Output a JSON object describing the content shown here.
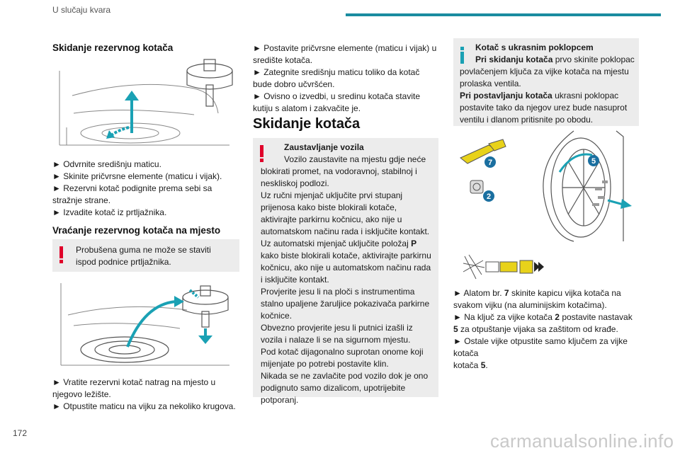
{
  "header": {
    "title": "U slučaju kvara"
  },
  "page_number": "172",
  "watermark": "carmanualsonline.info",
  "col1": {
    "h1": "Skidanje rezervnog kotača",
    "steps1": [
      "► Odvrnite središnju maticu.",
      "► Skinite pričvrsne elemente (maticu i vijak).",
      "► Rezervni kotač podignite prema sebi sa stražnje strane.",
      "► Izvadite kotač iz prtljažnika."
    ],
    "h2": "Vraćanje rezervnog kotača na mjesto",
    "warning": "Probušena guma ne može se staviti ispod podnice prtljažnika.",
    "steps2": [
      "► Vratite rezervni kotač natrag na mjesto u njegovo ležište.",
      "► Otpustite maticu na vijku za nekoliko krugova."
    ]
  },
  "col2": {
    "steps": [
      "► Postavite pričvrsne elemente (maticu i vijak) u središte kotača.",
      "► Zategnite središnju maticu toliko da kotač bude dobro učvršćen.",
      "► Ovisno o izvedbi, u sredinu kotača stavite kutiju s alatom i zakvačite je."
    ],
    "section_title": "Skidanje kotača",
    "warning_title": "Zaustavljanje vozila",
    "warning_lines": [
      "Vozilo zaustavite na mjestu gdje neće blokirati promet, na vodoravnoj, stabilnoj i neskliskoj podlozi.",
      "Uz ručni mjenjač uključite prvi stupanj prijenosa kako biste blokirali kotače, aktivirajte parkirnu kočnicu, ako nije u automatskom načinu rada i isključite kontakt.",
      "Uz automatski mjenjač uključite položaj",
      "P",
      "kako biste blokirali kotače, aktivirajte parkirnu kočnicu, ako nije u automatskom načinu rada i isključite kontakt.",
      "Provjerite jesu li na ploči s instrumentima stalno upaljene žaruljice pokazivača parkirne kočnice.",
      "Obvezno provjerite jesu li putnici izašli iz vozila i nalaze li se na sigurnom mjestu.",
      "Pod kotač dijagonalno suprotan onome koji mijenjate po potrebi postavite klin.",
      "Nikada se ne zavlačite pod vozilo dok je ono podignuto samo dizalicom, upotrijebite potporanj."
    ]
  },
  "col3": {
    "info_title": "Kotač s ukrasnim poklopcem",
    "info_p1_bold": "Pri skidanju kotača",
    "info_p1": "prvo skinite poklopac povlačenjem ključa za vijke kotača na mjestu prolaska ventila.",
    "info_p2_bold": "Pri postavljanju kotača",
    "info_p2": "ukrasni poklopac postavite tako da njegov urez bude nasuprot ventilu i dlanom pritisnite po obodu.",
    "callouts": [
      "7",
      "5",
      "2"
    ],
    "step1_a": "► Alatom br.",
    "step1_num": "7",
    "step1_b": "skinite kapicu vijka kotača na svakom vijku (na aluminijskim kotačima).",
    "step2_a": "► Na ključ za vijke kotača",
    "step2_num1": "2",
    "step2_b": "postavite nastavak",
    "step2_num2": "5",
    "step2_c": "za otpuštanje vijaka sa zaštitom od krađe.",
    "step3_a": "► Ostale vijke otpustite samo ključem za vijke kotača",
    "step3_num": "5",
    "step3_b": "."
  },
  "colors": {
    "accent": "#1a8ca0",
    "warning": "#e0002a",
    "info": "#1aa1b4",
    "arrow": "#1aa1b4",
    "callout": "#1a6fa0"
  }
}
